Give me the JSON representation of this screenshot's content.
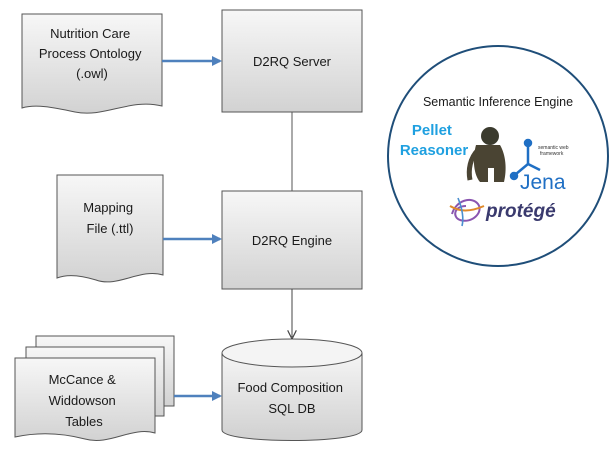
{
  "documents": {
    "ontology": [
      "Nutrition  Care",
      "Process Ontology",
      "(.owl)"
    ],
    "mapping": [
      "Mapping",
      "File (.ttl)"
    ],
    "tables": [
      "McCance &",
      "Widdowson",
      "Tables"
    ]
  },
  "processes": {
    "server": "D2RQ Server",
    "engine": "D2RQ Engine"
  },
  "database": [
    "Food Composition",
    "SQL DB"
  ],
  "inference_engine": {
    "title": "Semantic Inference Engine",
    "pellet": [
      "Pellet",
      "Reasoner"
    ],
    "jena": "Jena",
    "jena_tagline": [
      "semantic web",
      "framework"
    ],
    "protege": "protégé"
  },
  "colors": {
    "box_fill_top": "#f7f7f7",
    "box_fill_bottom": "#d4d4d4",
    "arrow_blue": "#4f81bd",
    "circle_border": "#1f4e79"
  }
}
